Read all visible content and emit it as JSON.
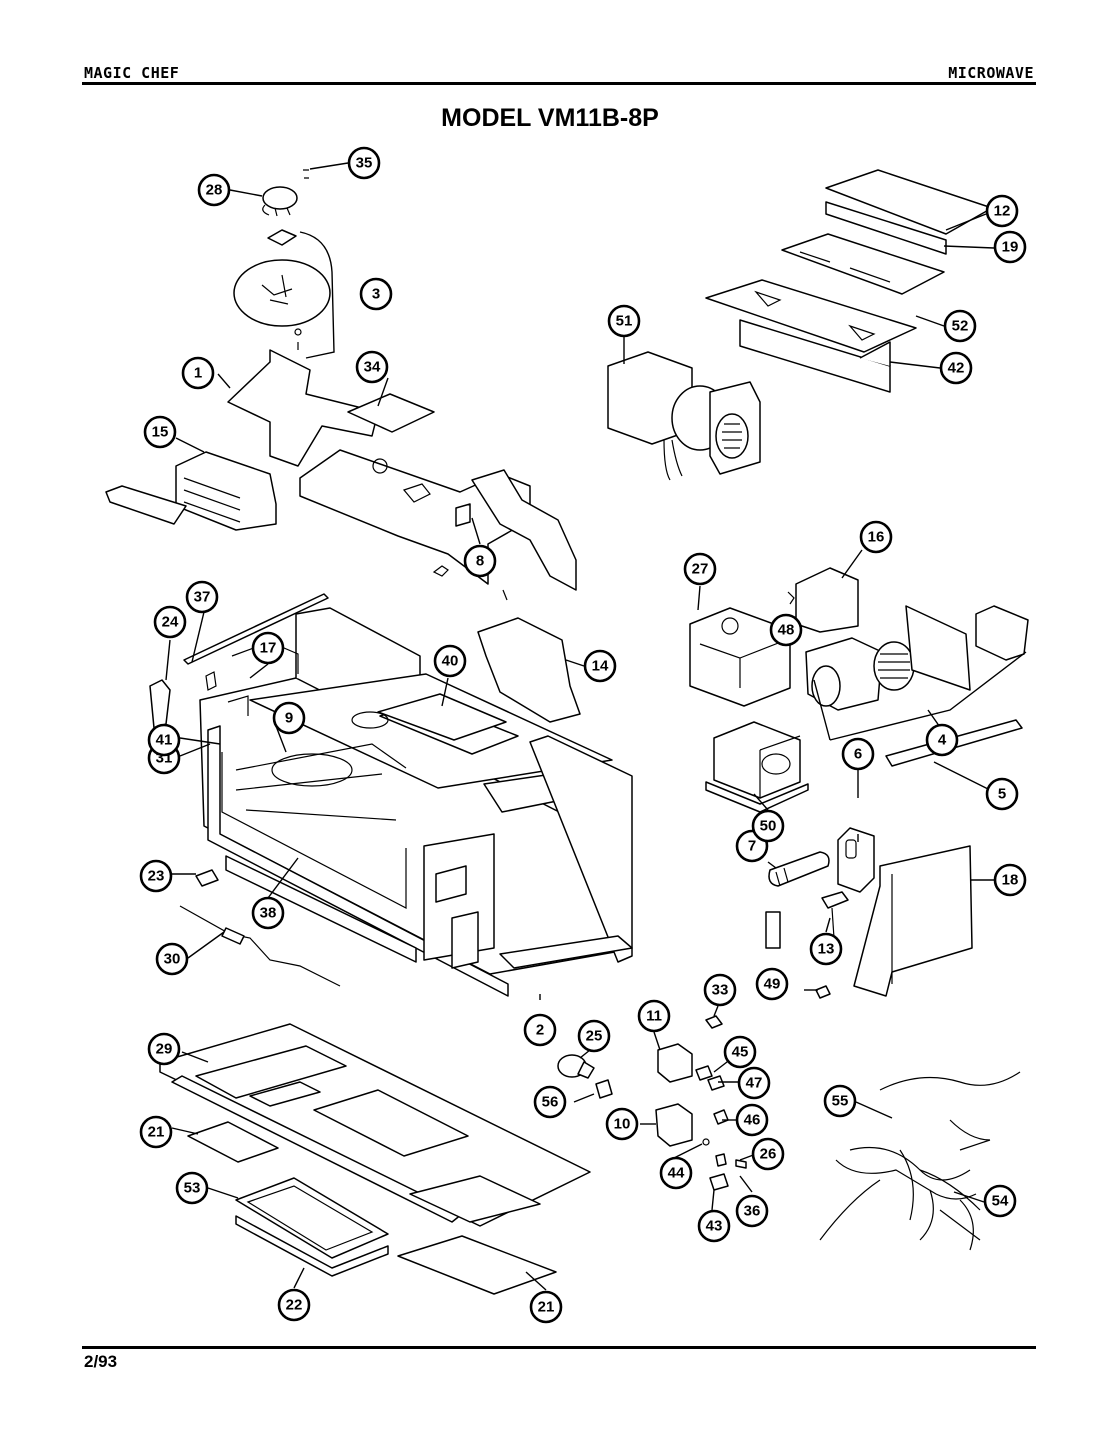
{
  "header": {
    "brand": "MAGIC CHEF",
    "category": "MICROWAVE"
  },
  "title": "MODEL VM11B-8P",
  "footer": {
    "date": "2/93"
  },
  "callouts": [
    "1",
    "2",
    "3",
    "4",
    "5",
    "6",
    "7",
    "8",
    "9",
    "10",
    "11",
    "12",
    "13",
    "14",
    "15",
    "16",
    "17",
    "18",
    "19",
    "21",
    "21",
    "22",
    "23",
    "24",
    "25",
    "26",
    "27",
    "28",
    "29",
    "30",
    "31",
    "33",
    "34",
    "35",
    "36",
    "37",
    "38",
    "40",
    "41",
    "42",
    "43",
    "44",
    "45",
    "46",
    "47",
    "48",
    "49",
    "50",
    "51",
    "52",
    "53",
    "54",
    "55",
    "56"
  ]
}
